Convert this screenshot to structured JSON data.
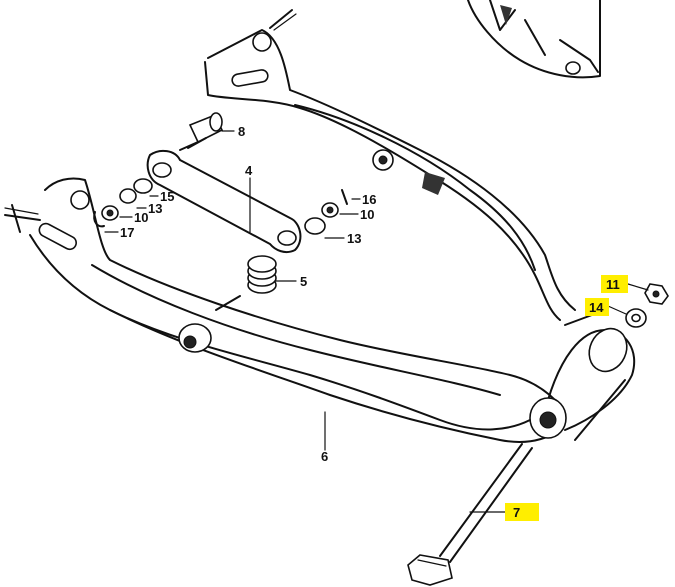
{
  "callouts": {
    "c4": "4",
    "c5": "5",
    "c6": "6",
    "c7": "7",
    "c8": "8",
    "c10a": "10",
    "c10b": "10",
    "c11": "11",
    "c13a": "13",
    "c13b": "13",
    "c14": "14",
    "c15": "15",
    "c16": "16",
    "c17": "17"
  },
  "highlight_color": "#ffee00"
}
